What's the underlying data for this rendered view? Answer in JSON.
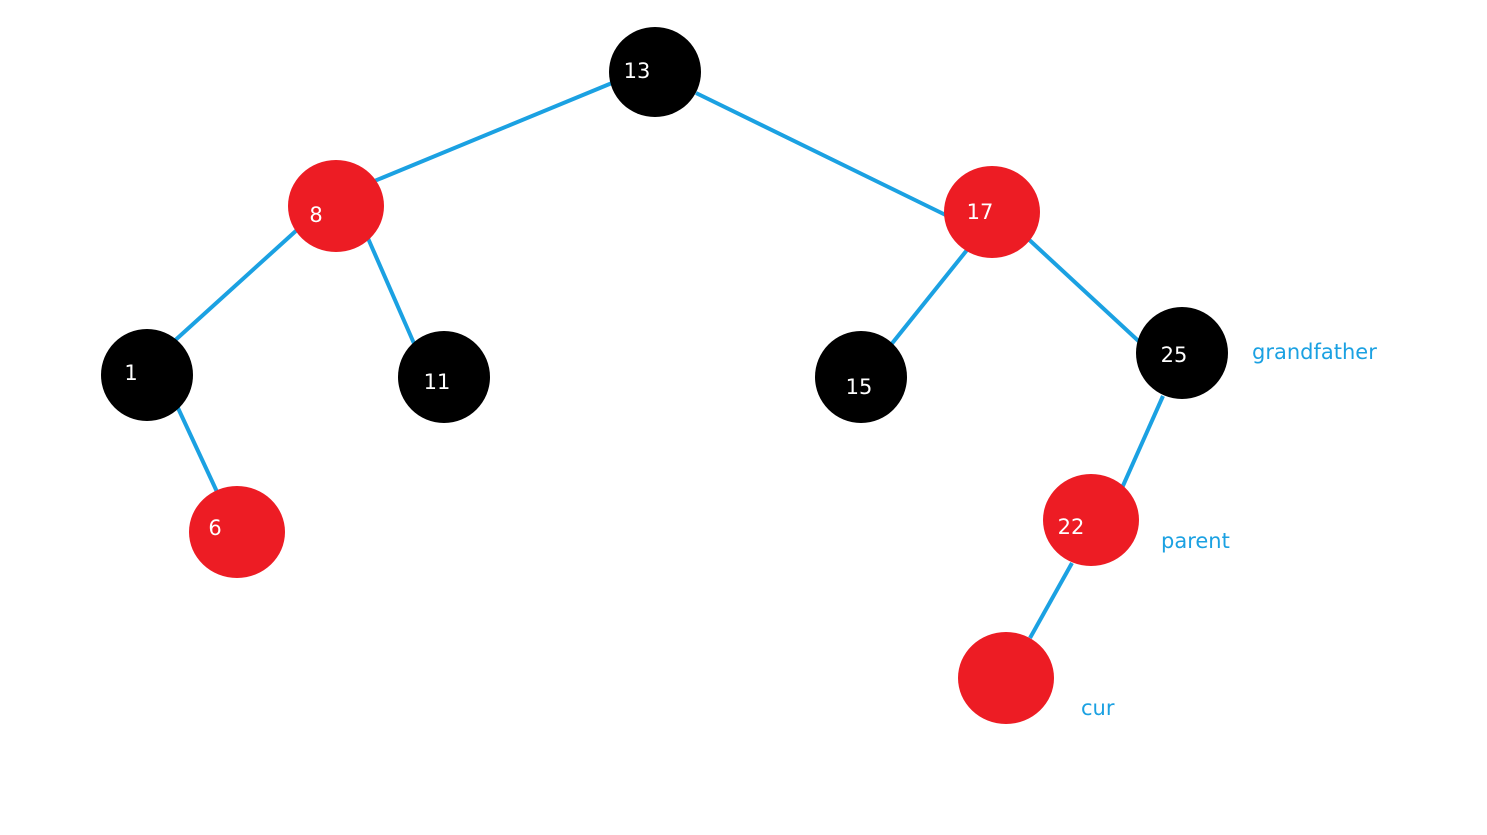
{
  "colors": {
    "red": "#ed1c24",
    "black": "#000000",
    "edge": "#1ba1e2",
    "annotation": "#1ba1e2",
    "label": "#ffffff"
  },
  "tree": {
    "nodes": [
      {
        "id": "n13",
        "value": "13",
        "color": "black"
      },
      {
        "id": "n8",
        "value": "8",
        "color": "red"
      },
      {
        "id": "n17",
        "value": "17",
        "color": "red"
      },
      {
        "id": "n1",
        "value": "1",
        "color": "black"
      },
      {
        "id": "n11",
        "value": "11",
        "color": "black"
      },
      {
        "id": "n15",
        "value": "15",
        "color": "black"
      },
      {
        "id": "n25",
        "value": "25",
        "color": "black"
      },
      {
        "id": "n6",
        "value": "6",
        "color": "red"
      },
      {
        "id": "n22",
        "value": "22",
        "color": "red"
      },
      {
        "id": "ncur",
        "value": "",
        "color": "red"
      }
    ],
    "edges": [
      {
        "from": "n13",
        "to": "n8"
      },
      {
        "from": "n13",
        "to": "n17"
      },
      {
        "from": "n8",
        "to": "n1"
      },
      {
        "from": "n8",
        "to": "n11"
      },
      {
        "from": "n1",
        "to": "n6"
      },
      {
        "from": "n17",
        "to": "n15"
      },
      {
        "from": "n17",
        "to": "n25"
      },
      {
        "from": "n25",
        "to": "n22"
      },
      {
        "from": "n22",
        "to": "ncur"
      }
    ],
    "annotations": [
      {
        "text": "grandfather",
        "node": "n25"
      },
      {
        "text": "parent",
        "node": "n22"
      },
      {
        "text": "cur",
        "node": "ncur"
      }
    ]
  }
}
